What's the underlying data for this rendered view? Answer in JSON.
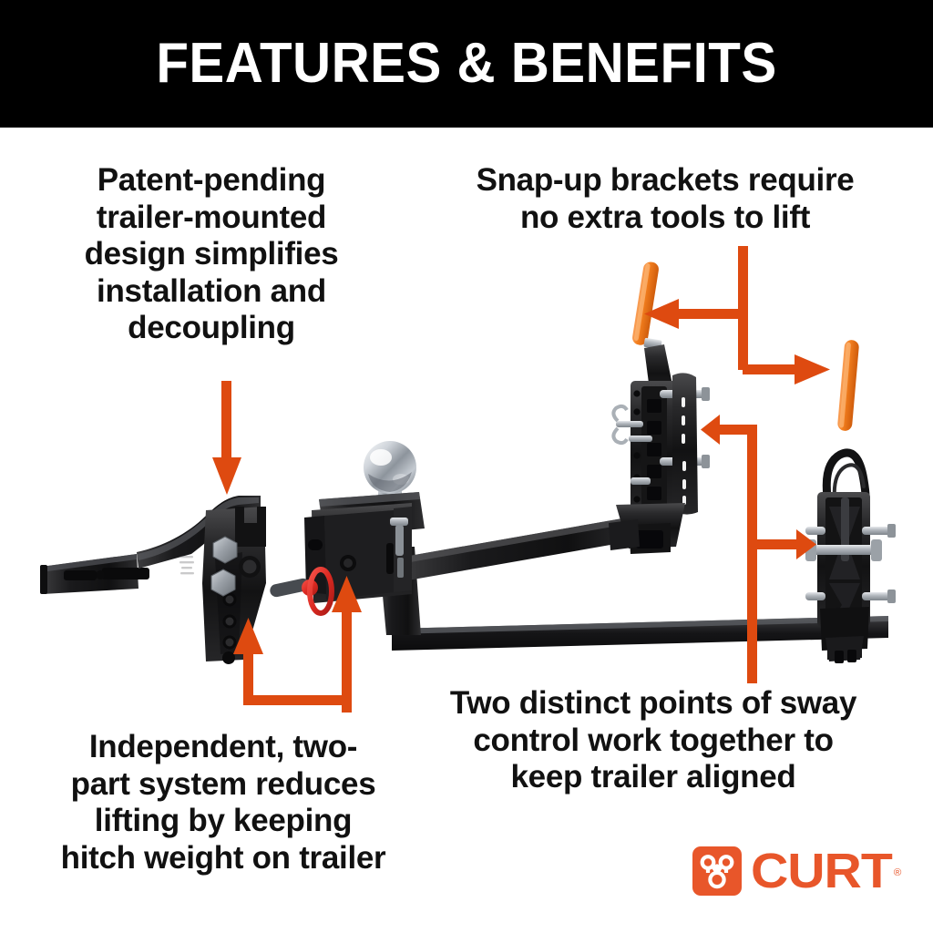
{
  "header": {
    "title": "FEATURES & BENEFITS",
    "background_color": "#000000",
    "text_color": "#FFFFFF"
  },
  "colors": {
    "accent_orange": "#DE4A10",
    "logo_orange": "#E8562A",
    "lever_orange": "#F57C20",
    "metal_black": "#1C1C1C",
    "chrome": "#C8CBD0",
    "pin_red": "#E02B24",
    "background": "#FFFFFF",
    "text": "#111111"
  },
  "captions": [
    {
      "id": "patent-pending-caption",
      "position": "top-left",
      "lines": [
        "Patent-pending",
        "trailer-mounted",
        "design simplifies",
        "installation and",
        "decoupling"
      ],
      "full_text": "Patent-pending trailer-mounted design simplifies installation and decoupling"
    },
    {
      "id": "snap-up-brackets-caption",
      "position": "top-right",
      "lines": [
        "Snap-up brackets require",
        "no extra tools to lift"
      ],
      "full_text": "Snap-up brackets require no extra tools to lift"
    },
    {
      "id": "independent-system-caption",
      "position": "bottom-left",
      "lines": [
        "Independent, two-",
        "part system reduces",
        "lifting by keeping",
        "hitch weight on trailer"
      ],
      "full_text": "Independent, two-part system reduces lifting by keeping hitch weight on trailer"
    },
    {
      "id": "sway-control-caption",
      "position": "bottom-right",
      "lines": [
        "Two distinct points of sway",
        "control work together to",
        "keep trailer aligned"
      ],
      "full_text": "Two distinct points of sway control work together to keep trailer aligned"
    }
  ],
  "product": {
    "name": "weight distribution hitch with sway control",
    "parts": [
      {
        "id": "hitch-head-shank",
        "label": "trailer-mounted hitch head and shank"
      },
      {
        "id": "ball-mount",
        "label": "ball mount housing"
      },
      {
        "id": "trailer-ball",
        "label": "chrome trailer ball"
      },
      {
        "id": "pull-pin",
        "label": "red pull pin"
      },
      {
        "id": "spring-bar",
        "label": "spring bar"
      },
      {
        "id": "snap-up-bracket-left",
        "label": "snap-up bracket with orange lever"
      },
      {
        "id": "snap-up-bracket-right",
        "label": "snap-up bracket with orange lever"
      },
      {
        "id": "sway-control-plate",
        "label": "sway control adjustment plate"
      }
    ]
  },
  "arrows": [
    {
      "id": "arrow-to-hitch-head",
      "from": "patent-pending-caption",
      "to": "hitch-head-shank",
      "direction": "down"
    },
    {
      "id": "arrow-to-bracket-left-lever",
      "from": "snap-up-brackets-caption",
      "to": "snap-up-bracket-left",
      "direction": "left"
    },
    {
      "id": "arrow-to-bracket-right-lever",
      "from": "snap-up-brackets-caption",
      "to": "snap-up-bracket-right",
      "direction": "right"
    },
    {
      "id": "arrow-to-hitch-head-lower",
      "from": "independent-system-caption",
      "to": "hitch-head-shank",
      "direction": "up"
    },
    {
      "id": "arrow-to-ball-mount",
      "from": "independent-system-caption",
      "to": "ball-mount",
      "direction": "up"
    },
    {
      "id": "arrow-to-sway-plate",
      "from": "sway-control-caption",
      "to": "sway-control-plate",
      "direction": "left"
    },
    {
      "id": "arrow-to-sway-bracket",
      "from": "sway-control-caption",
      "to": "snap-up-bracket-right",
      "direction": "right"
    }
  ],
  "logo": {
    "brand": "CURT",
    "trademark": "®",
    "badge_icon": "curt-trefoil-icon"
  }
}
